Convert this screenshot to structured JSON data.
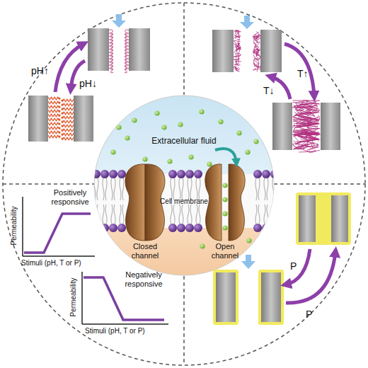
{
  "diagram": {
    "labels": [
      "pH↑",
      "pH↓",
      "T↑",
      "T↓",
      "Extracellular fluid",
      "Cell membrane",
      "Closed channel",
      "Open channel",
      "Positively responsive",
      "Permeability",
      "Stimuli (pH, T or P)",
      "P",
      "P",
      "Negatively responsive",
      "Permeability",
      "Stimuli (pH, T or P)"
    ]
  }
}
